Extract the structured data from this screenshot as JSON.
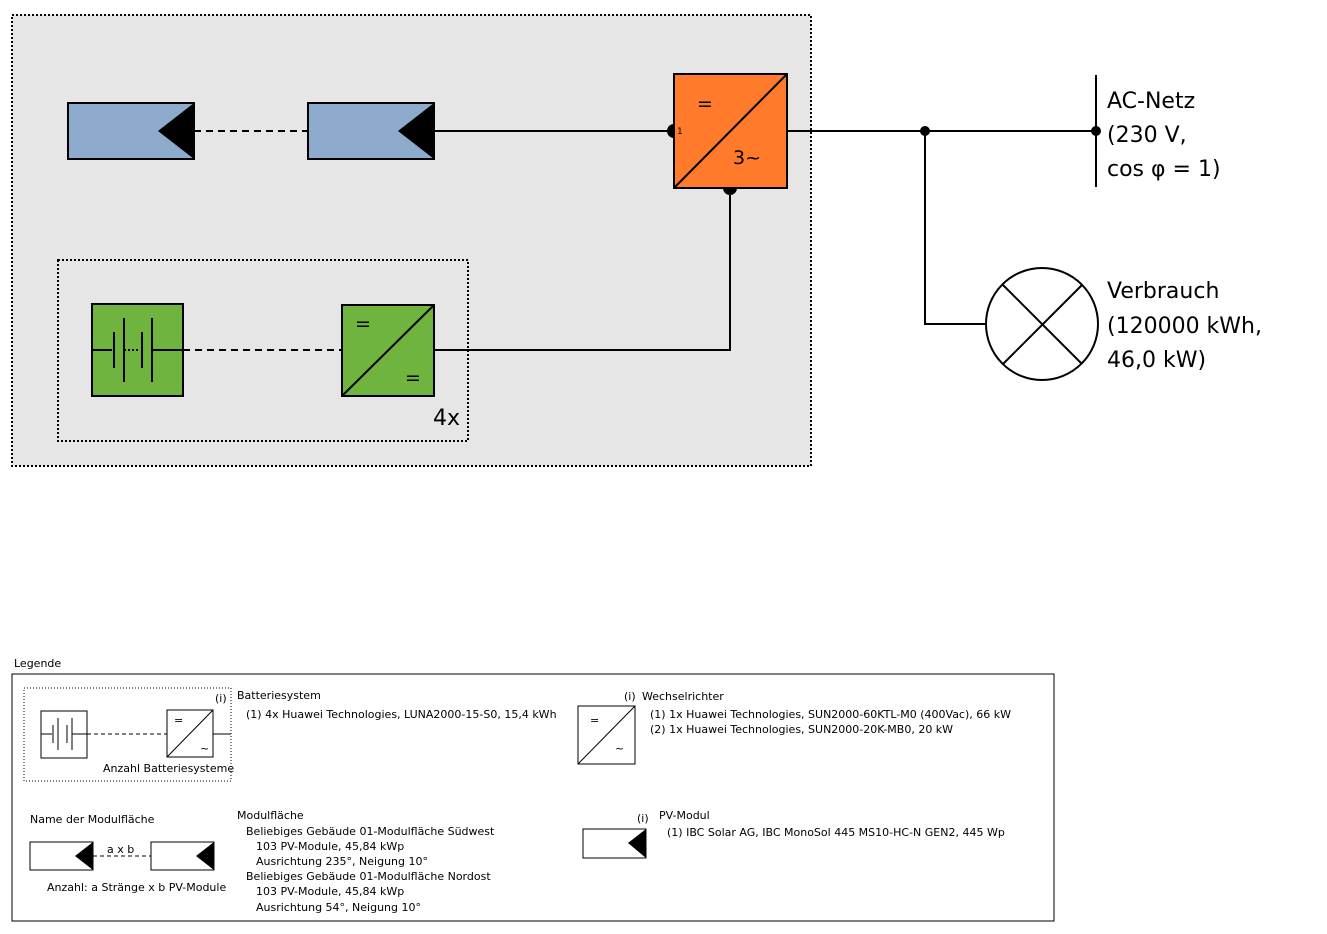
{
  "diagram": {
    "grid": {
      "label": "AC-Netz",
      "line2": "(230 V,",
      "line3": "cos φ = 1)"
    },
    "consumer": {
      "label": "Verbrauch",
      "line2": "(120000 kWh,",
      "line3": "46,0 kW)"
    },
    "inverter": {
      "dc_symbol": "=",
      "ac_symbol": "3~",
      "port_label": "1"
    },
    "battery_converter": {
      "in_symbol": "=",
      "out_symbol": "="
    },
    "battery_group_count": "4x"
  },
  "legend": {
    "title": "Legende",
    "battery": {
      "info_marker": "(i)",
      "heading": "Batteriesystem",
      "line1": "(1) 4x Huawei Technologies, LUNA2000-15-S0, 15,4 kWh",
      "caption": "Anzahl Batteriesysteme",
      "symbol_top": "=",
      "symbol_bottom": "~"
    },
    "inverter": {
      "info_marker": "(i)",
      "heading": "Wechselrichter",
      "line1": "(1) 1x Huawei Technologies, SUN2000-60KTL-M0 (400Vac), 66 kW",
      "line2": "(2) 1x Huawei Technologies, SUN2000-20K-MB0, 20 kW",
      "symbol_top": "=",
      "symbol_bottom": "~"
    },
    "module_area": {
      "name_caption": "Name der Modulfläche",
      "ab_label": "a x b",
      "count_caption": "Anzahl: a Stränge x b PV-Module",
      "heading": "Modulfläche",
      "area1": {
        "name": "Beliebiges Gebäude 01-Modulfläche Südwest",
        "modules": "103 PV-Module, 45,84 kWp",
        "orientation": "Ausrichtung 235°, Neigung 10°"
      },
      "area2": {
        "name": "Beliebiges Gebäude 01-Modulfläche Nordost",
        "modules": "103 PV-Module, 45,84 kWp",
        "orientation": "Ausrichtung 54°, Neigung 10°"
      }
    },
    "pv_module": {
      "info_marker": "(i)",
      "heading": "PV-Modul",
      "line1": "(1) IBC Solar AG, IBC MonoSol 445 MS10-HC-N GEN2, 445 Wp"
    }
  },
  "colors": {
    "system_background": "#e6e6e6",
    "pv_module_fill": "#8eaacc",
    "inverter_fill": "#ff7b2b",
    "battery_fill": "#6fb43f",
    "line": "#000000"
  }
}
